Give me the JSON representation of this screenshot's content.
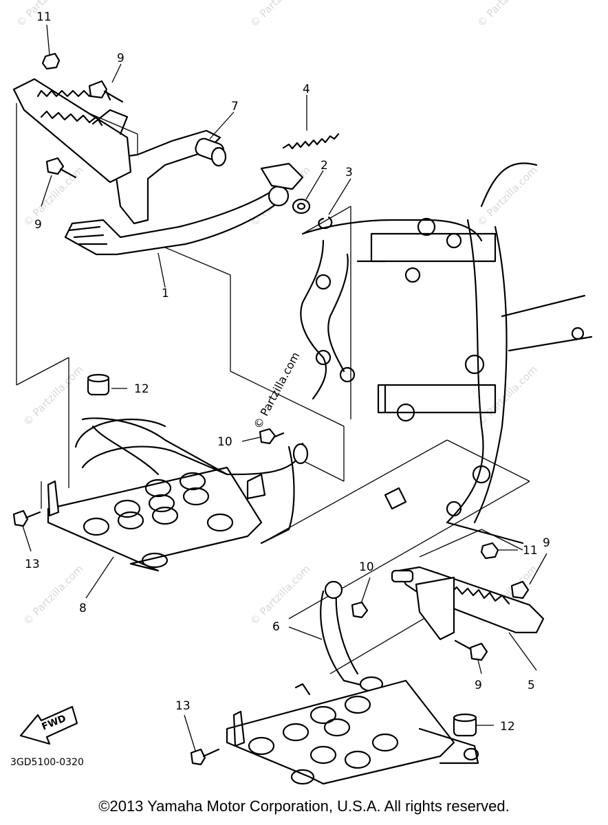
{
  "callouts": {
    "c1": "1",
    "c2": "2",
    "c3": "3",
    "c4": "4",
    "c5": "5",
    "c6": "6",
    "c7": "7",
    "c8": "8",
    "c9a": "9",
    "c9b": "9",
    "c9c": "9",
    "c9d": "9",
    "c10a": "10",
    "c10b": "10",
    "c11a": "11",
    "c11b": "11",
    "c12a": "12",
    "c12b": "12",
    "c13a": "13",
    "c13b": "13"
  },
  "fwd_label": "FWD",
  "diagram_code": "3GD5100-0320",
  "watermark": "© Partzilla.com",
  "copyright": "©2013 Yamaha Motor Corporation, U.S.A. All rights reserved."
}
